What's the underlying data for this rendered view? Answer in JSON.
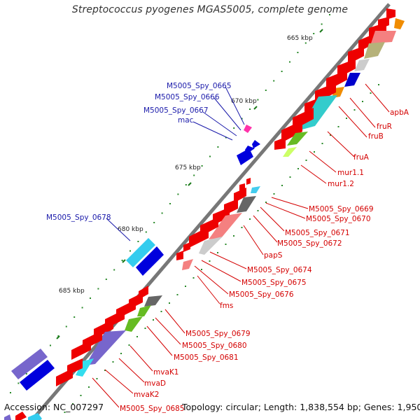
{
  "title": "Streptococcus pyogenes MGAS5005, complete genome",
  "footer": {
    "accession": "Accession: NC_007297",
    "summary": "Topology: circular; Length: 1,838,554 bp; Genes: 1,950"
  },
  "ticks": [
    "665 kbp",
    "670 kbp",
    "675 kbp",
    "680 kbp",
    "685 kbp"
  ],
  "labels_blue": [
    "M5005_Spy_0665",
    "M5005_Spy_0666",
    "M5005_Spy_0667",
    "mac",
    "M5005_Spy_0678"
  ],
  "labels_red": [
    "apbA",
    "fruR",
    "fruB",
    "fruA",
    "mur1.1",
    "mur1.2",
    "M5005_Spy_0669",
    "M5005_Spy_0670",
    "M5005_Spy_0671",
    "M5005_Spy_0672",
    "papS",
    "M5005_Spy_0674",
    "M5005_Spy_0675",
    "M5005_Spy_0676",
    "fms",
    "M5005_Spy_0679",
    "M5005_Spy_0680",
    "M5005_Spy_0681",
    "mvaK1",
    "mvaD",
    "mvaK2",
    "M5005_Spy_0685"
  ],
  "colors": {
    "backbone": "#777777",
    "forward_gene": "#e00000",
    "reverse_gene": "#0000dd",
    "label_blue": "#1a1aaa",
    "label_red": "#d40000",
    "gc_skew": "#2a8a2a"
  }
}
